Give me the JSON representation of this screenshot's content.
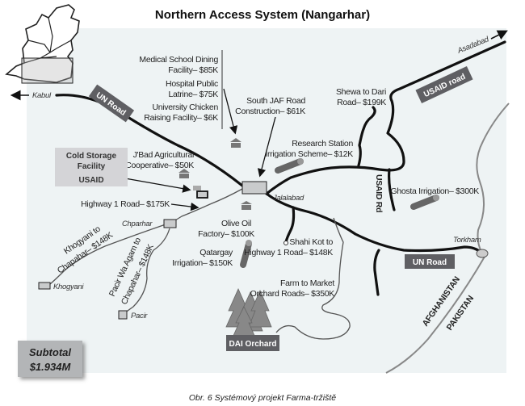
{
  "title": "Northern Access System (Nangarhar)",
  "caption": "Obr. 6 Systémový projekt Farma-tržiště",
  "places": {
    "kabul": "Kabul",
    "asadabad": "Asadabad",
    "jalalabad": "Jalalabad",
    "torkham": "Torkham",
    "chparhar": "Chparhar",
    "khogyani": "Khogyani",
    "pacir": "Pacir",
    "afghanistan": "AFGHANISTAN",
    "pakistan": "PAKISTAN"
  },
  "road_labels": {
    "un_road_west": "UN Road",
    "un_road_east": "UN Road",
    "usaid_road": "USAID road",
    "usaid_rd": "USAID Rd"
  },
  "projects": {
    "medical_1": "Medical School Dining",
    "medical_2": "Facility– $85K",
    "hospital_1": "Hospital Public",
    "hospital_2": "Latrine– $75K",
    "chicken_1": "University Chicken",
    "chicken_2": "Raising Facility– $6K",
    "jaf_1": "South JAF Road",
    "jaf_2": "Construction– $61K",
    "shewa_1": "Shewa to Dari",
    "shewa_2": "Road– $199K",
    "research_1": "Research Station",
    "research_2": "Irrigation Scheme– $12K",
    "ghosta": "Ghosta Irrigation– $300K",
    "jbad_1": "J'Bad Agricultural",
    "jbad_2": "Cooperative– $50K",
    "highway1": "Highway 1 Road– $175K",
    "olive_1": "Olive Oil",
    "olive_2": "Factory– $100K",
    "qatargay_1": "Qatargay",
    "qatargay_2": "Irrigation– $150K",
    "shahi_1": "Shahi Kot to",
    "shahi_2": "Highway 1 Road– $148K",
    "farm_1": "Farm to Market",
    "farm_2": "Orchard Roads– $350K",
    "khogyani_1": "Khogyani to",
    "khogyani_2": "Chapahar– $148K",
    "pacir_1": "Pacir Wa Agam to",
    "pacir_2": "Chapahar– $148K"
  },
  "cold_storage": {
    "line1": "Cold Storage",
    "line2": "Facility",
    "line3": "USAID"
  },
  "orchard": "DAI Orchard",
  "subtotal": {
    "label": "Subtotal",
    "value": "$1.934M"
  },
  "colors": {
    "map_bg": "#eef3f4",
    "label_box": "#5f5f63",
    "cold_box": "#d4d4d7"
  }
}
